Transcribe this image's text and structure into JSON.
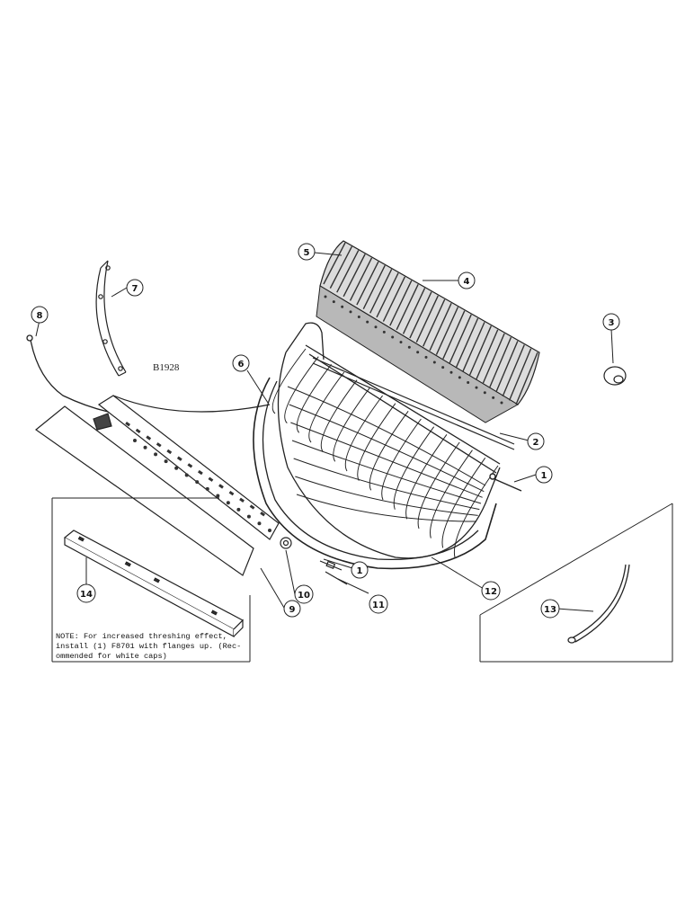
{
  "drawing_code": "B1928",
  "note_lines": [
    "NOTE: For increased threshing effect,",
    "install (1) F8701 with flanges up. (Rec-",
    "ommended for white caps)"
  ],
  "callouts": [
    {
      "id": "callout-1a",
      "label": "1"
    },
    {
      "id": "callout-1b",
      "label": "1"
    },
    {
      "id": "callout-2",
      "label": "2"
    },
    {
      "id": "callout-3",
      "label": "3"
    },
    {
      "id": "callout-4",
      "label": "4"
    },
    {
      "id": "callout-5",
      "label": "5"
    },
    {
      "id": "callout-6",
      "label": "6"
    },
    {
      "id": "callout-7",
      "label": "7"
    },
    {
      "id": "callout-8",
      "label": "8"
    },
    {
      "id": "callout-9",
      "label": "9"
    },
    {
      "id": "callout-10",
      "label": "10"
    },
    {
      "id": "callout-11",
      "label": "11"
    },
    {
      "id": "callout-12",
      "label": "12"
    },
    {
      "id": "callout-13",
      "label": "13"
    },
    {
      "id": "callout-14",
      "label": "14"
    }
  ]
}
